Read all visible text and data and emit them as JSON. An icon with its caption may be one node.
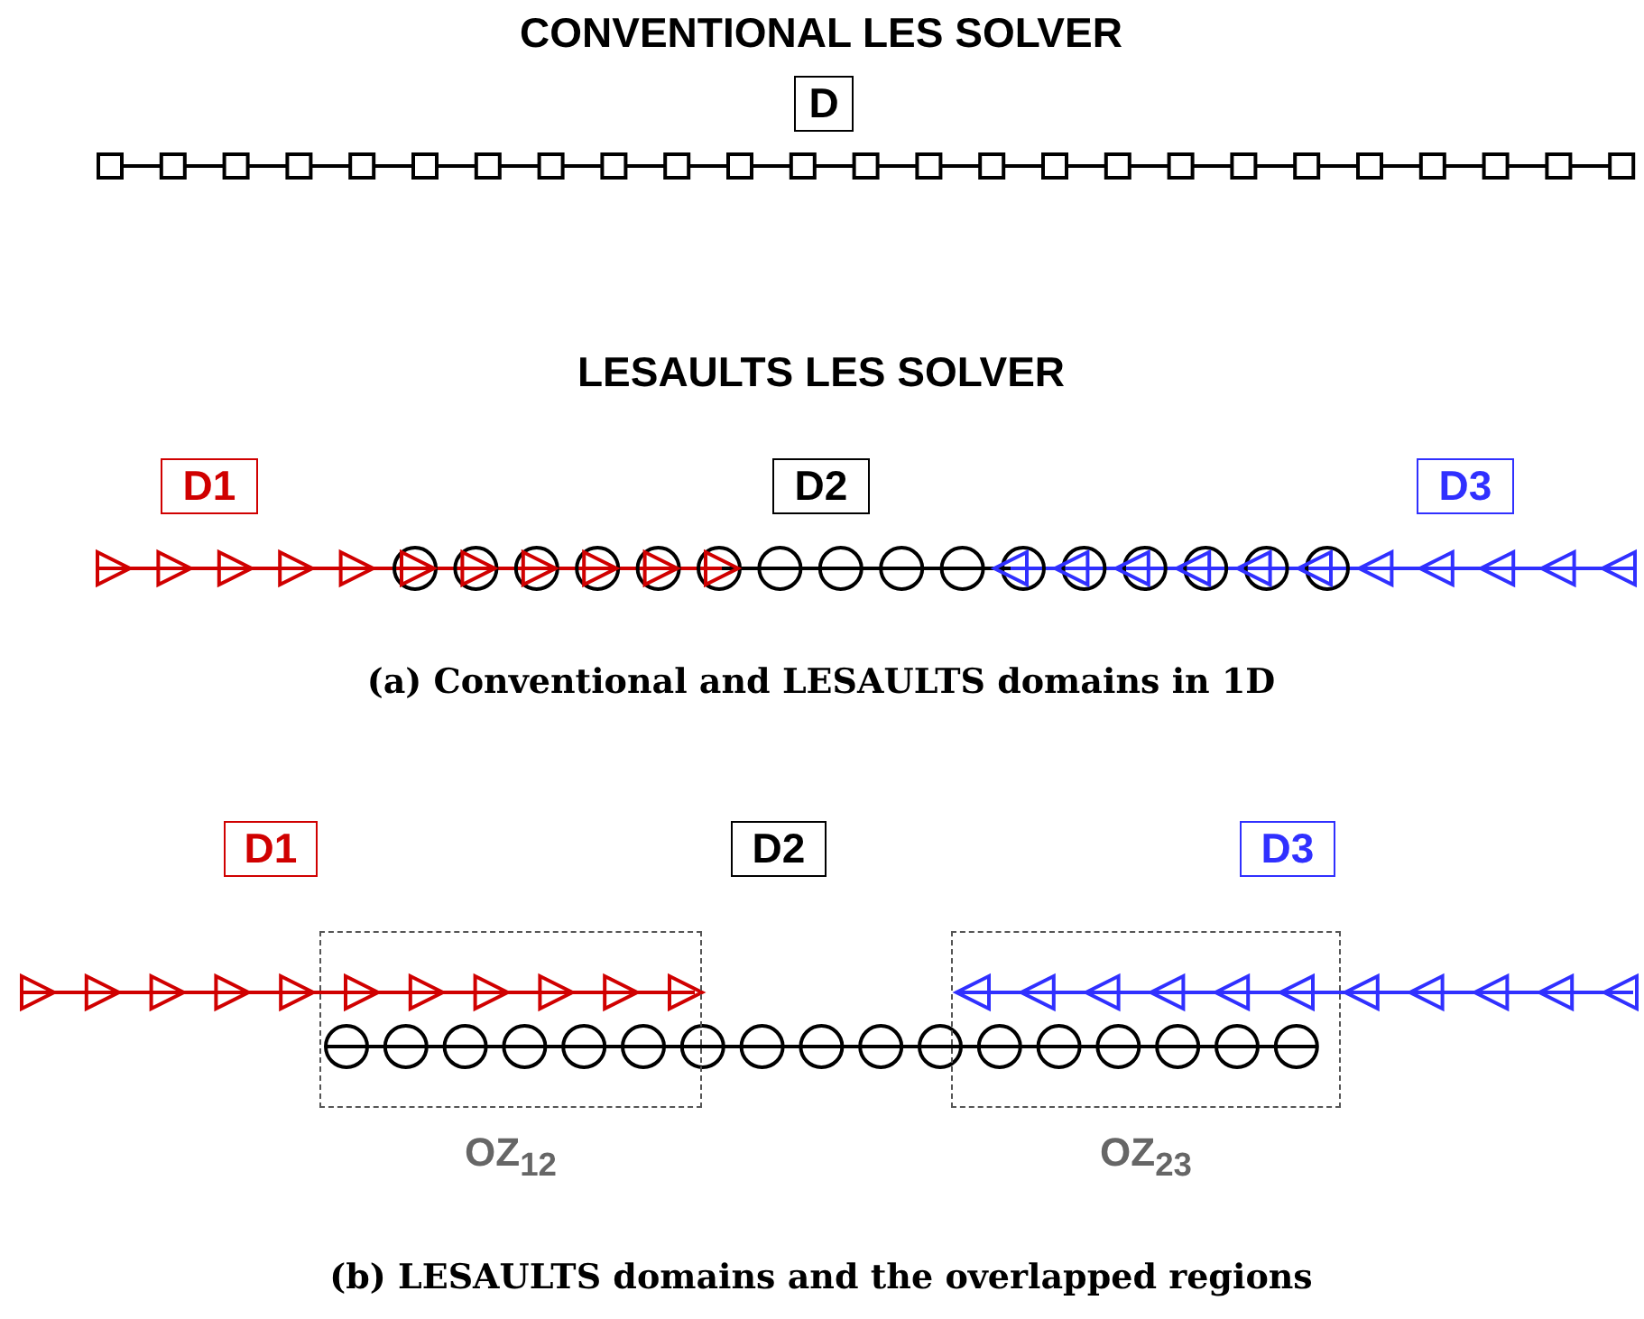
{
  "diagram": {
    "nodes": [
      {
        "text": [
          "D"
        ]
      },
      {
        "text": [
          "D1"
        ]
      },
      {
        "text": [
          "D2"
        ]
      },
      {
        "text": [
          "D3"
        ]
      },
      {
        "text": [
          "D1"
        ]
      },
      {
        "text": [
          "D2"
        ]
      },
      {
        "text": [
          "D3"
        ]
      },
      {
        "text": [
          "OZ$_{12}$"
        ]
      },
      {
        "text": [
          "OZ$_{23}$"
        ]
      }
    ],
    "labels": [
      "CONVENTIONAL LES SOLVER",
      "LESAULTS LES SOLVER",
      "(a) Conventional and LESAULTS domains in 1D",
      "(b) LESAULTS domains and the overlapped regions"
    ]
  }
}
